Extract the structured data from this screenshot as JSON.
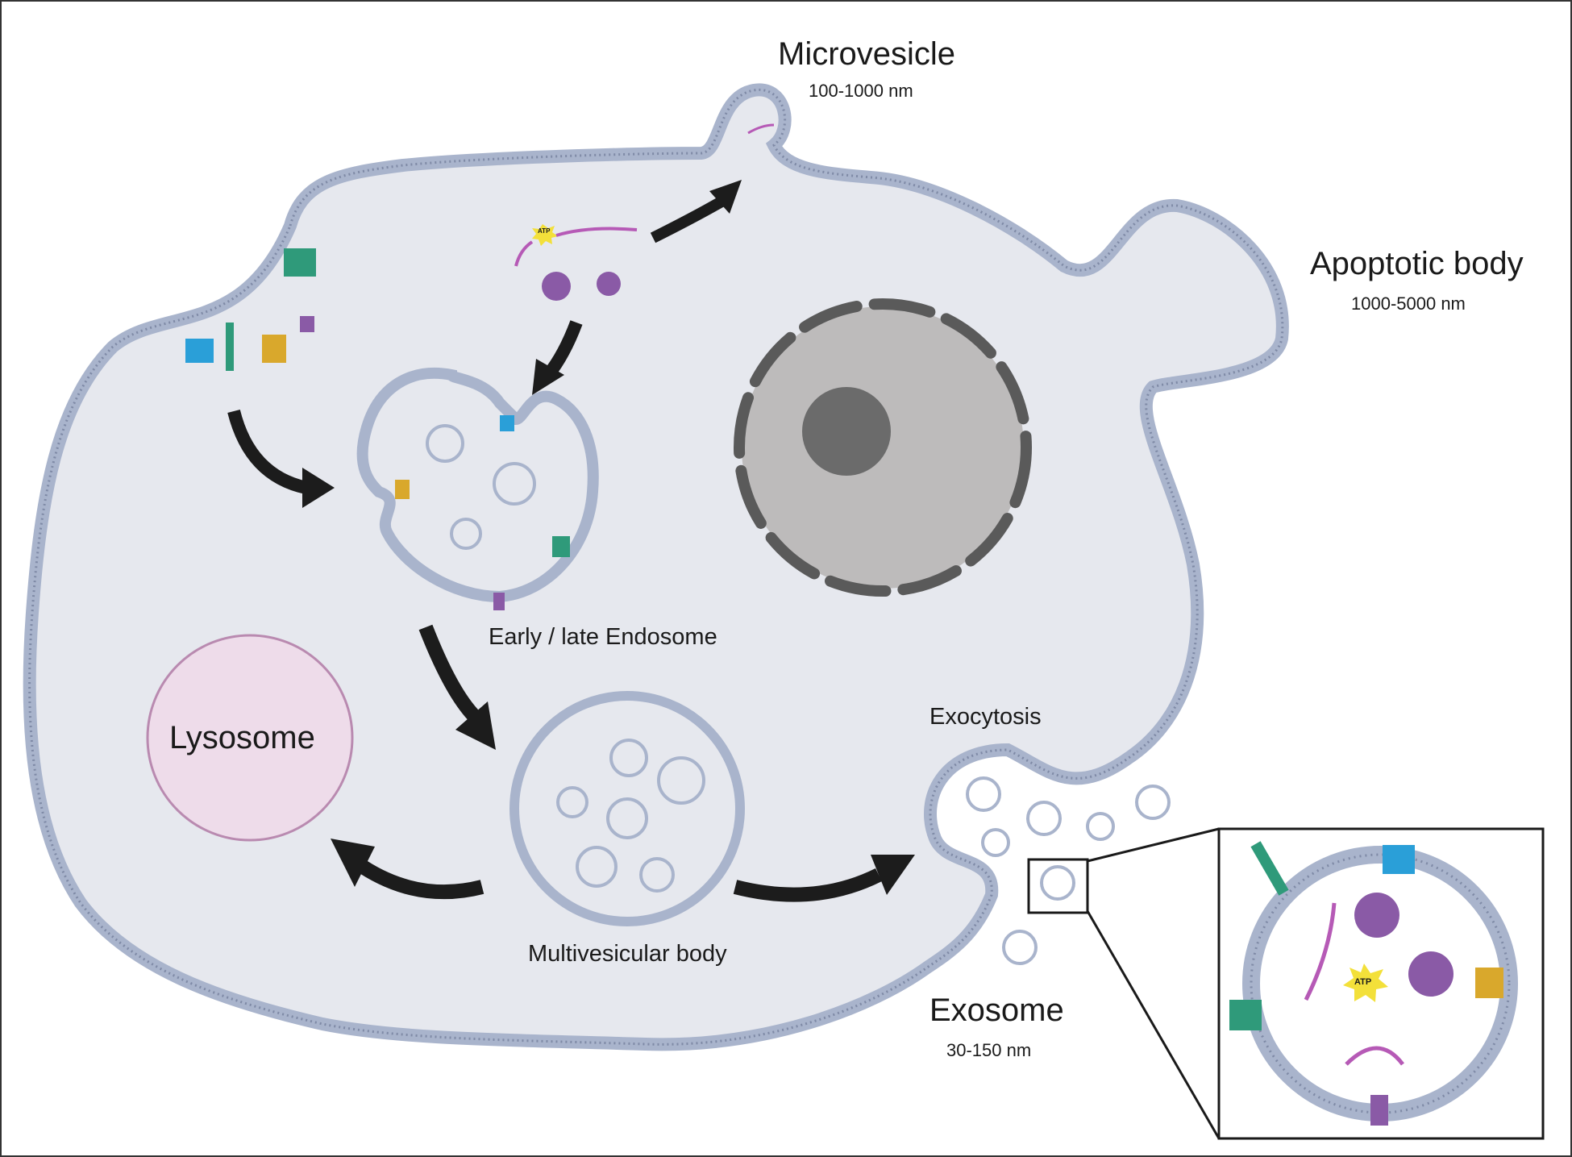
{
  "labels": {
    "microvesicle": "Microvesicle",
    "microvesicle_size": "100-1000 nm",
    "apoptotic_body": "Apoptotic body",
    "apoptotic_size": "1000-5000 nm",
    "endosome": "Early / late Endosome",
    "lysosome": "Lysosome",
    "exocytosis": "Exocytosis",
    "mvb": "Multivesicular body",
    "exosome": "Exosome",
    "exosome_size": "30-150 nm",
    "atp": "ATP"
  },
  "colors": {
    "cytoplasm": "#e6e8ee",
    "membrane": "#a9b4cc",
    "nucleus": "#bdbbbb",
    "nucleolus": "#6b6b6b",
    "envelope": "#5a5a5a",
    "lysosome_fill": "#eedcea",
    "lysosome_edge": "#b98ab0",
    "arrow": "#1c1c1c",
    "protein": "#8a5aa6",
    "rna": "#b65ab6",
    "blue_receptor": "#2a9fd8",
    "green_receptor": "#2f9a7a",
    "gold_receptor": "#d9a82c",
    "atp_star": "#f3e03a"
  }
}
